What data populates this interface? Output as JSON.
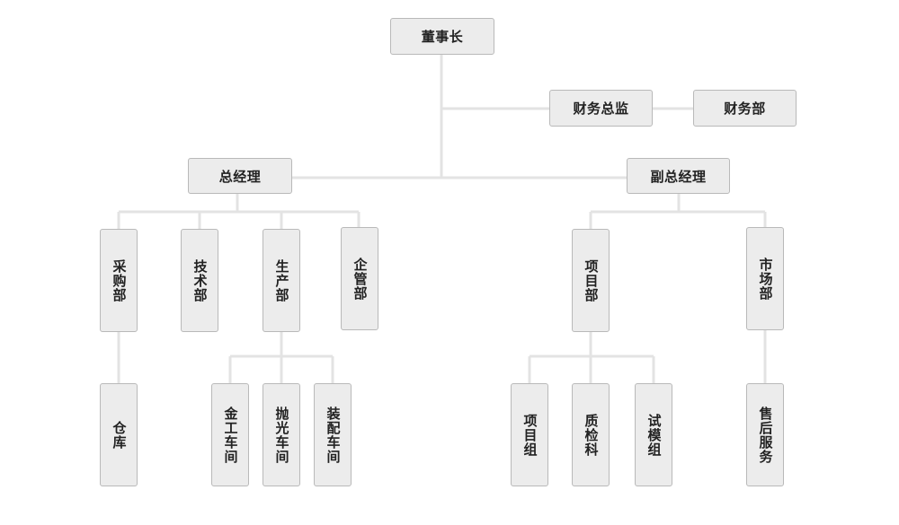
{
  "org_chart": {
    "chairman": "董事长",
    "finance_director": "财务总监",
    "finance_dept": "财务部",
    "general_manager": "总经理",
    "deputy_general_manager": "副总经理",
    "purchasing_dept": "采购部",
    "technology_dept": "技术部",
    "production_dept": "生产部",
    "enterprise_mgmt_dept": "企管部",
    "project_dept": "项目部",
    "market_dept": "市场部",
    "warehouse": "仓库",
    "metalwork_workshop": "金工车间",
    "polishing_workshop": "抛光车间",
    "assembly_workshop": "装配车间",
    "project_group": "项目组",
    "quality_inspection": "质检科",
    "mold_trial_group": "试模组",
    "after_sales_service": "售后服务"
  },
  "colors": {
    "box_fill": "#ececec",
    "box_border": "#b9b9b9",
    "connector": "#e3e3e3",
    "text": "#222222"
  }
}
